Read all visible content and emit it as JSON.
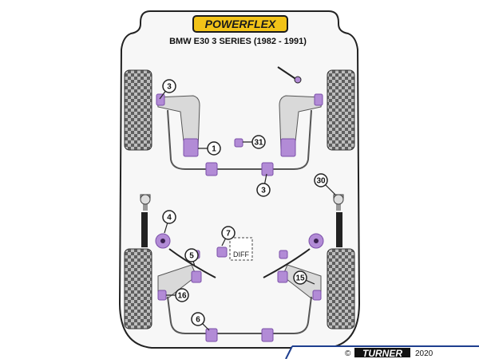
{
  "brand": {
    "name": "POWERFLEX",
    "subtitle": "BMW E30 3 SERIES (1982 - 1991)",
    "colors": {
      "badge_fill": "#f2c318",
      "badge_stroke": "#1a1a1a",
      "bushing": "#b28bd6",
      "bushing_dark": "#7b4fa8",
      "arm": "#d9d9d9"
    }
  },
  "diagram": {
    "diff_label": "DIFF",
    "callouts": [
      "3",
      "1",
      "31",
      "3",
      "30",
      "4",
      "7",
      "5",
      "15",
      "16",
      "6"
    ]
  },
  "footer": {
    "copyright": "©",
    "logo_text": "TURNER",
    "year": "2020"
  }
}
